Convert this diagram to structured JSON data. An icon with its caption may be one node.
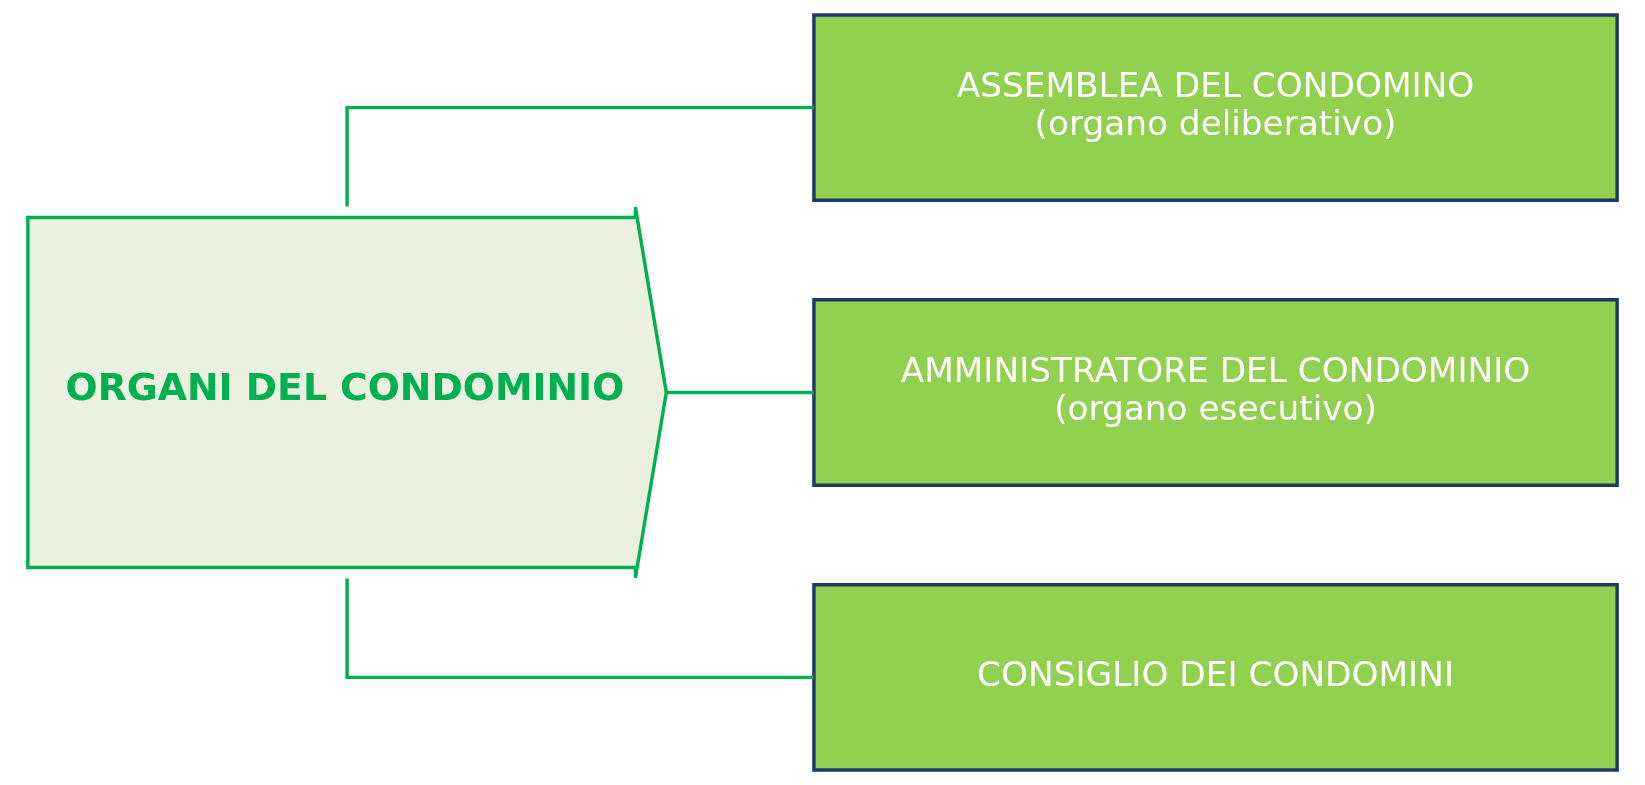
{
  "diagram": {
    "nodes": [
      {
        "text": [
          "ORGANI DEL CONDOMINIO"
        ]
      },
      {
        "text": [
          "ASSEMBLEA DEL CONDOMINO",
          "(organo deliberativo)"
        ]
      },
      {
        "text": [
          "AMMINISTRATORE DEL CONDOMINIO",
          "(organo esecutivo)"
        ]
      },
      {
        "text": [
          "CONSIGLIO DEI CONDOMINI"
        ]
      }
    ],
    "edges": [
      {
        "from": 0,
        "to": 1,
        "arrow": "none"
      },
      {
        "from": 0,
        "to": 2,
        "arrow": "none"
      },
      {
        "from": 0,
        "to": 3,
        "arrow": "none"
      }
    ]
  }
}
